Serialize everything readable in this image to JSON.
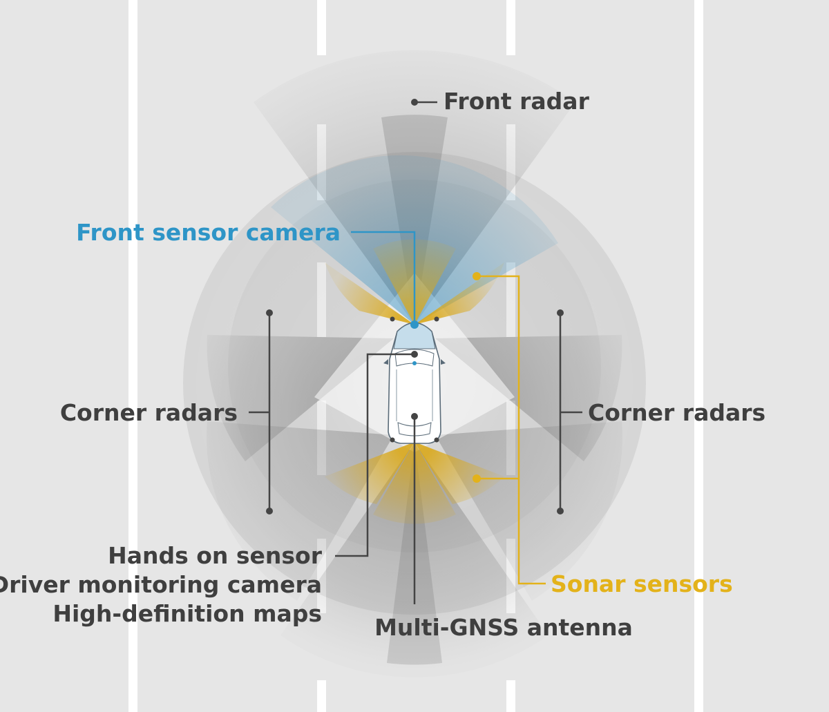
{
  "labels": {
    "front_radar": "Front radar",
    "front_sensor_camera": "Front sensor camera",
    "sonar_sensors": "Sonar sensors",
    "corner_radars_left": "Corner radars",
    "corner_radars_right": "Corner radars",
    "hands_on_sensor": "Hands on sensor",
    "driver_monitoring_camera": "Driver monitoring camera",
    "high_definition_maps": "High-definition maps",
    "multi_gnss_antenna": "Multi-GNSS antenna"
  },
  "colors": {
    "background": "#e6e6e6",
    "lane_white": "#ffffff",
    "radar_gray": "#7a7a7a",
    "camera_blue": "#3a95c7",
    "sonar_yellow": "#d9a81b",
    "text_gray": "#3f3f3f",
    "line_dark": "#444444"
  }
}
